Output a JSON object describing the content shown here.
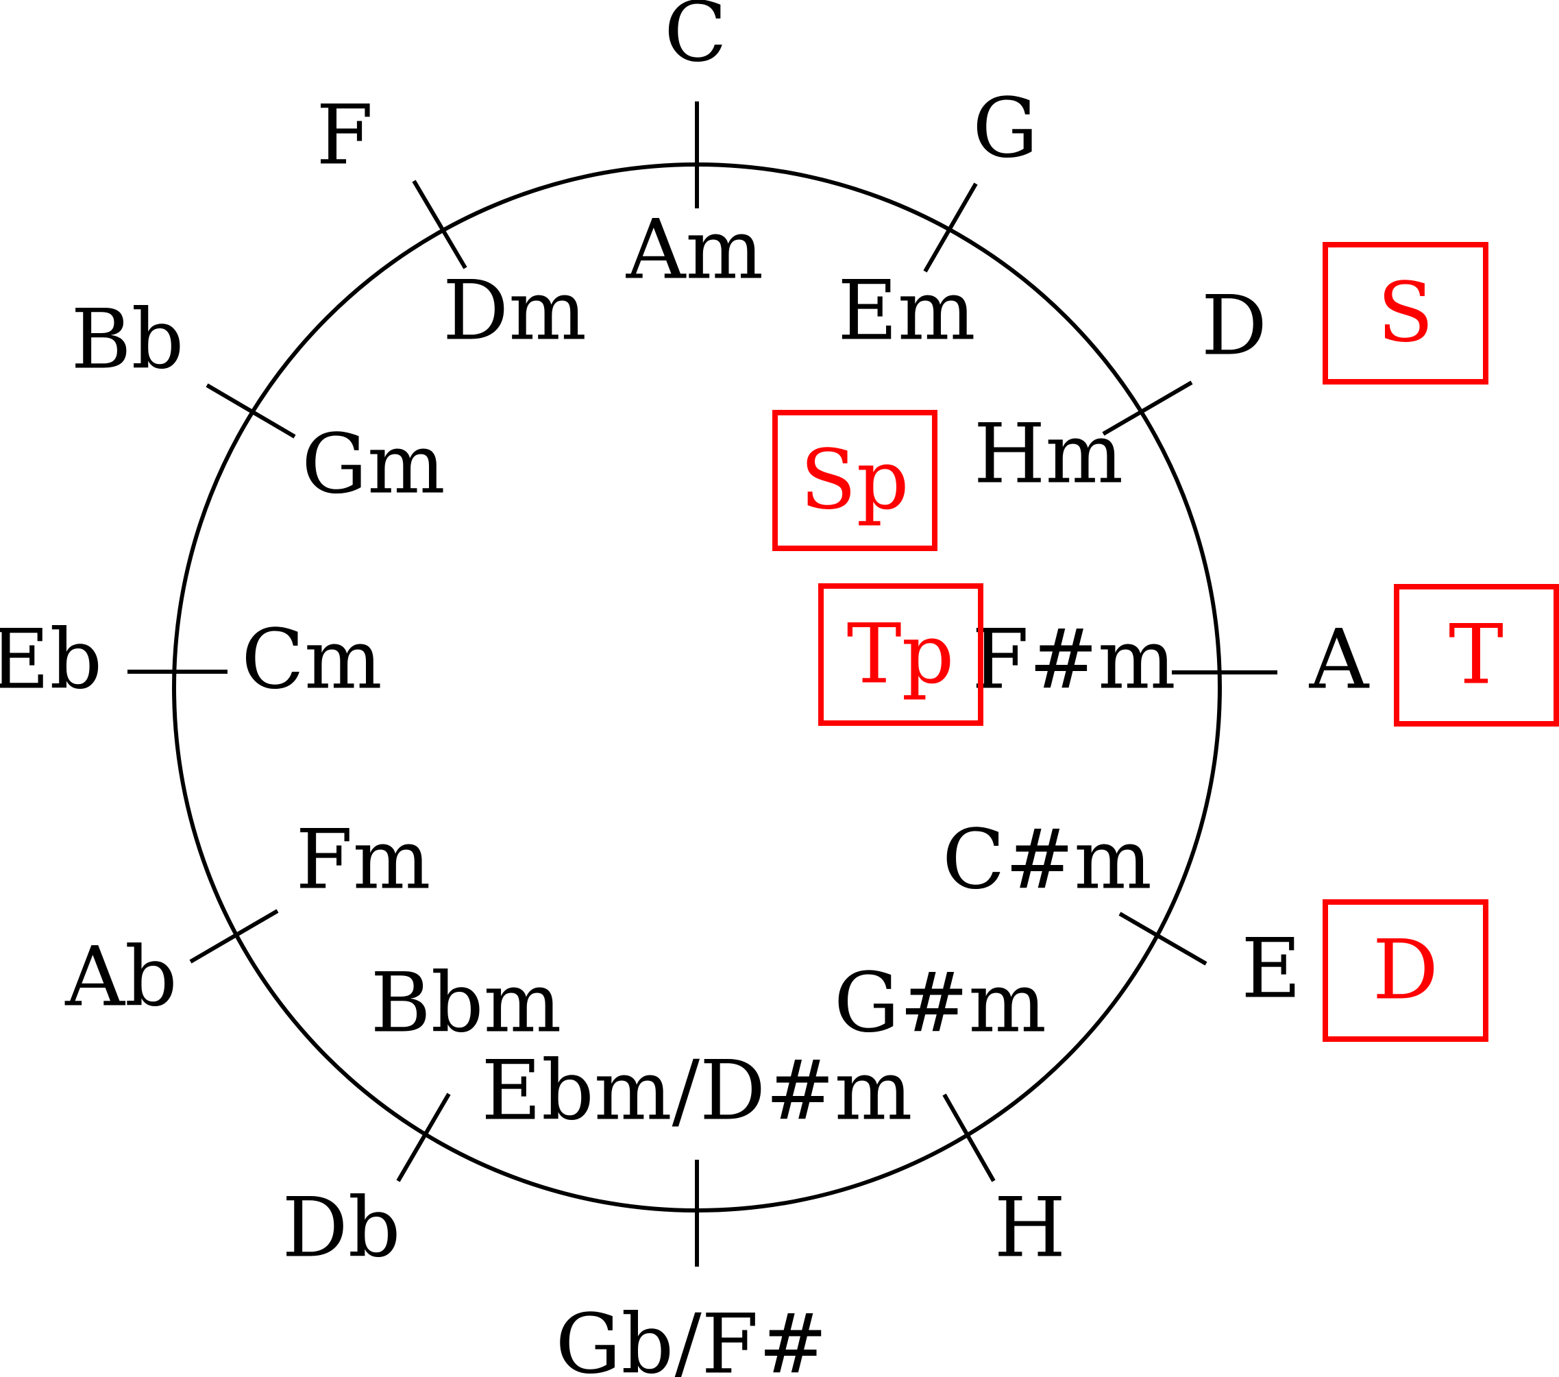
{
  "colors": {
    "line": "#000000",
    "text": "#000000",
    "highlight": "#ff0000"
  },
  "major_keys": [
    "C",
    "G",
    "D",
    "A",
    "E",
    "H",
    "Gb/F#",
    "Db",
    "Ab",
    "Eb",
    "Bb",
    "F"
  ],
  "minor_keys": [
    "Am",
    "Em",
    "Hm",
    "F#m",
    "C#m",
    "G#m",
    "Ebm/D#m",
    "Bbm",
    "Fm",
    "Cm",
    "Gm",
    "Dm"
  ],
  "functions": {
    "subdominant": "S",
    "tonic": "T",
    "dominant": "D",
    "subdominant_parallel": "Sp",
    "tonic_parallel": "Tp"
  }
}
